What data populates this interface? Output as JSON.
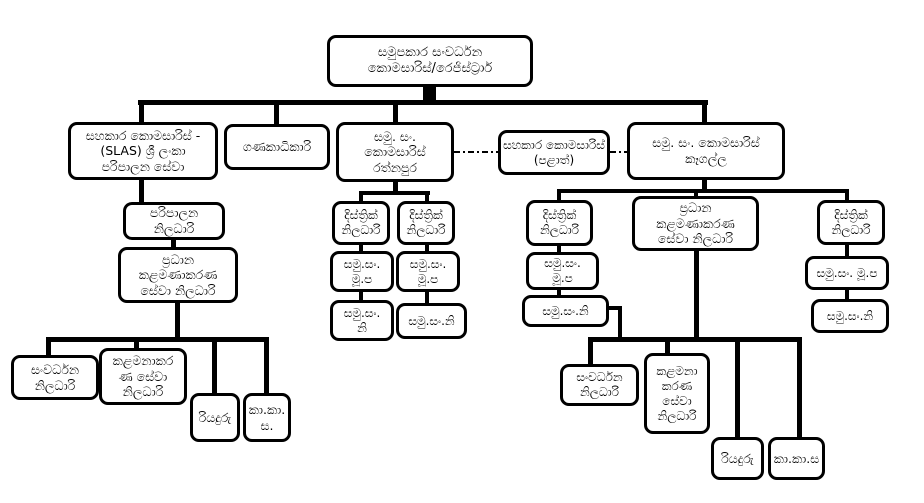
{
  "diagram": {
    "type": "organization-chart",
    "language": "Sinhala",
    "colors": {
      "box_border": "#000000",
      "background": "#ffffff",
      "connector": "#000000"
    },
    "nodes": {
      "root": {
        "label": "සමුපකාර සංවර්ධන\nකොමසාරිස්/රෙජිස්ට්‍රාර්"
      },
      "assistant_commissioner_slas": {
        "label": "සහකාර කොමසාරිස් -\n(SLAS) ශ්‍රී ලංකා\nපරිපාලන සේවා"
      },
      "accountant": {
        "label": "ගණකාධිකාරි"
      },
      "commissioner_ratnapura": {
        "label": "සමු. සං.\nකොමසාරිස්\nරත්නපුර"
      },
      "assistant_commissioner_provincial": {
        "label": "සහකාර කොමසාරිස්\n(පළාත්)"
      },
      "commissioner_kegalle": {
        "label": "සමු. සං. කොමසාරිස්\nකෑගල්ල"
      },
      "admin_officer": {
        "label": "පරිපාලන\nනිලධාරි"
      },
      "chief_management_services_officer": {
        "label": "ප්‍රධාන\nකළමණාකරණ\nසේවා නිලධාරි"
      },
      "development_officer": {
        "label": "සංවර්ධන\nනිලධාරි"
      },
      "management_services_officer": {
        "label": "කළමනාකර\nණ සේවා\nනිලධාරි"
      },
      "driver": {
        "label": "රියදුරු"
      },
      "office_assistant": {
        "label": "කා.කා.\nස."
      },
      "district_officer_ratnapura_1": {
        "label": "දිස්ත්‍රික්\nනිලධාරි"
      },
      "district_officer_ratnapura_2": {
        "label": "දිස්ත්‍රික්\nනිලධාරි"
      },
      "coop_mup_ratnapura_1": {
        "label": "සමු.සං.\nමූ.ප"
      },
      "coop_ni_ratnapura_1": {
        "label": "සමු.සං.\nනි"
      },
      "coop_mup_ratnapura_2": {
        "label": "සමු.සං.\nමූ.ප"
      },
      "coop_ni_ratnapura_2": {
        "label": "සමු.සං.නි"
      },
      "district_officer_kegalle_1": {
        "label": "දිස්ත්‍රික්\nනිලධාරි"
      },
      "chief_management_services_officer_kegalle": {
        "label": "ප්‍රධාන\nකළමණාකරණ\nසේවා නිලධාරි"
      },
      "district_officer_kegalle_2": {
        "label": "දිස්ත්‍රික්\nනිලධාරි"
      },
      "coop_mup_kegalle_1": {
        "label": "සමු.සං.\nමූ.ප"
      },
      "coop_ni_kegalle_1": {
        "label": "සමු.සං.නි"
      },
      "coop_mup_kegalle_2": {
        "label": "සමු.සං. මූ.ප"
      },
      "coop_ni_kegalle_2": {
        "label": "සමු.සං.නි"
      },
      "development_officer_kegalle": {
        "label": "සංවර්ධන\nනිලධාරි"
      },
      "management_services_officer_kegalle": {
        "label": "කළමනා\nකරණ\nසේවා\nනිලධාරි"
      },
      "driver_kegalle": {
        "label": "රියදුරු"
      },
      "office_assistant_kegalle": {
        "label": "කා.කා.ස"
      }
    }
  }
}
